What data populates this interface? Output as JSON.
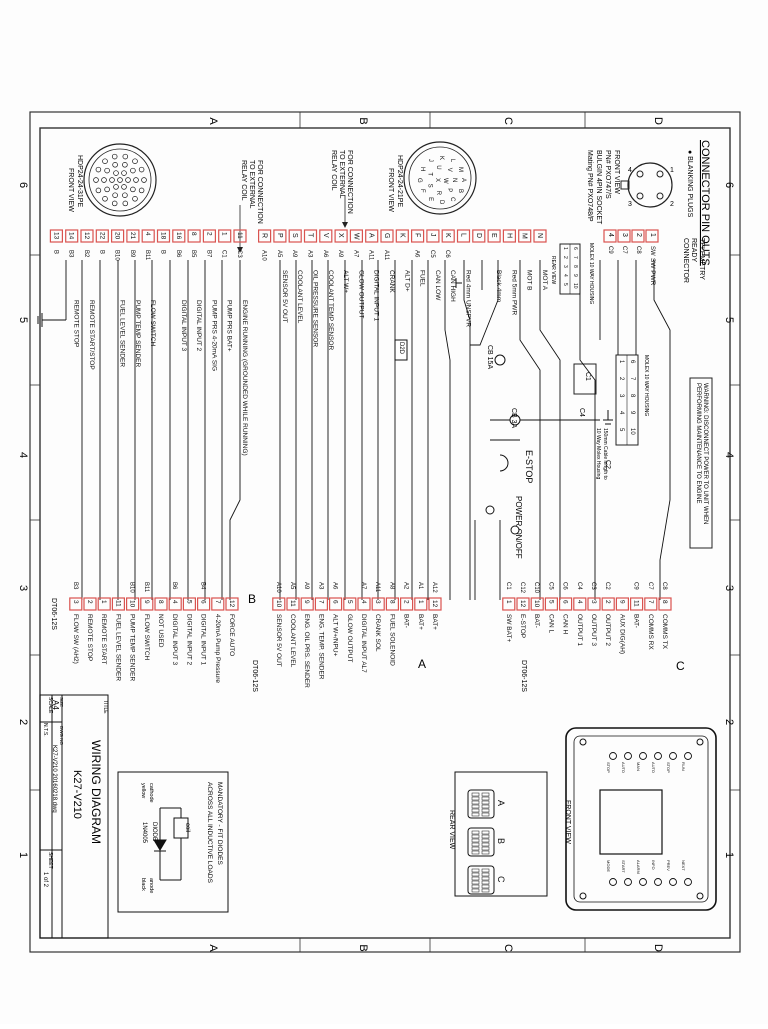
{
  "sheet": {
    "title_label": "TITLE",
    "title": "WIRING DIAGRAM",
    "model": "K27-V210",
    "size_label": "SIZE",
    "size": "A4",
    "dwg_label": "DWG NO",
    "file": "K27-V210 20160218.dwg",
    "scale_label": "SCALE",
    "scale": "N.T.S.",
    "sheet_label": "SHEET",
    "sheet": "1 of 2",
    "border_numbers": [
      "6",
      "5",
      "4",
      "3",
      "2",
      "1"
    ],
    "border_letters": [
      "A",
      "B",
      "C",
      "D"
    ]
  },
  "pinouts": {
    "title": "CONNECTOR PIN OUTS",
    "blanking": "● BLANKING PLUGS",
    "bulgin_lines": [
      "FRONT VIEW",
      "PN# PXO747/S",
      "BULGIN 4PIN SOCKET",
      "Mating PN# PXO748/P"
    ],
    "bulgin_pins": [
      "1",
      "2",
      "3",
      "4"
    ],
    "hdp_a_lines": [
      "HDP24-24-21PE",
      "FRONT VIEW"
    ],
    "hdp_b_lines": [
      "HDP24-24-31PE",
      "FRONT VIEW"
    ],
    "hdp_a_pins": [
      "A",
      "B",
      "C",
      "D",
      "E",
      "F",
      "G",
      "H",
      "J",
      "K",
      "L",
      "M",
      "N",
      "P",
      "R",
      "S",
      "T",
      "U",
      "V",
      "W",
      "X"
    ],
    "relay_a": [
      "FOR CONNECTION",
      "TO EXTERNAL",
      "RELAY COIL"
    ],
    "relay_b": [
      "FOR CONNECTION",
      "TO EXTERNAL",
      "RELAY COIL"
    ]
  },
  "telemetry": {
    "title": [
      "TELEMETRY",
      "READY",
      "CONNECTOR"
    ],
    "pins": [
      {
        "num": "1",
        "code": "SW",
        "label": "SW PWR"
      },
      {
        "num": "2",
        "code": "C8",
        "label": ""
      },
      {
        "num": "3",
        "code": "C7",
        "label": ""
      },
      {
        "num": "4",
        "code": "C9",
        "label": ""
      }
    ],
    "molex_small": "MOLEX 10 WAY HOUSING",
    "molex_small_view": "REAR VIEW",
    "molex_small_pins": [
      "1",
      "2",
      "3",
      "4",
      "5",
      "6",
      "7",
      "8",
      "9",
      "10"
    ],
    "molex_big": "MOLEX 10 WAY HOUSING",
    "molex_big_pins": [
      "1",
      "2",
      "3",
      "4",
      "5",
      "6",
      "7",
      "8",
      "9",
      "10"
    ],
    "cable_note": [
      "150mm Cable length to",
      "10 Way Molex Housing"
    ],
    "warning": [
      "WARNING: DISCONNECT POWER TO UNIT WHEN",
      "PERFORMING MAINTENANCE TO ENGINE"
    ],
    "c_labels": [
      "C1",
      "C4",
      "C2"
    ]
  },
  "connector_a": {
    "rows": [
      {
        "letter": "N",
        "code": "",
        "label": "MOT A"
      },
      {
        "letter": "M",
        "code": "",
        "label": "MOT B"
      },
      {
        "letter": "H",
        "code": "",
        "label": "Red 5mm PWR"
      },
      {
        "letter": "E",
        "code": "",
        "label": "Black 4mm"
      },
      {
        "letter": "D",
        "code": "",
        "label": ""
      },
      {
        "letter": "L",
        "code": "",
        "label": "Red 4mm UNSPVR"
      },
      {
        "letter": "K",
        "code": "C6",
        "label": "CAN HIGH"
      },
      {
        "letter": "J",
        "code": "C5",
        "label": "CAN LOW"
      },
      {
        "letter": "F",
        "code": "A6",
        "label": "FUEL"
      },
      {
        "letter": "K",
        "code": "",
        "label": "ALT D+"
      },
      {
        "letter": "G",
        "code": "A11",
        "label": "CRANK"
      },
      {
        "letter": "A",
        "code": "A11",
        "label": "DIGITAL INPUT 1"
      },
      {
        "letter": "W",
        "code": "A7",
        "label": "GLOW OUTPUT"
      },
      {
        "letter": "X",
        "code": "A9",
        "label": "ALT W+"
      },
      {
        "letter": "V",
        "code": "A6",
        "label": "COOLANT TEMP SENSOR"
      },
      {
        "letter": "T",
        "code": "A3",
        "label": "OIL PRESSURE SENSOR"
      },
      {
        "letter": "S",
        "code": "A9",
        "label": "COOLANT LEVEL"
      },
      {
        "letter": "P",
        "code": "A5",
        "label": "SENSOR 5V OUT"
      },
      {
        "letter": "R",
        "code": "A10",
        "label": ""
      }
    ],
    "diode": "D2D",
    "fuse1": "CB 15A",
    "fuse2": "CB 3A",
    "estop": "E-STOP",
    "power": "POWER ON/OFF"
  },
  "connector_b": {
    "rows": [
      {
        "letter": "11",
        "code": "C3",
        "label": "ENGINE RUNNING (GROUNDED WHILE RUNNING)"
      },
      {
        "letter": "1",
        "code": "C1",
        "label": "PUMP PRS BAT+"
      },
      {
        "letter": "2",
        "code": "B7",
        "label": "PUMP PRS 4-20mA SIG"
      },
      {
        "letter": "8",
        "code": "B5",
        "label": "DIGITAL INPUT 2"
      },
      {
        "letter": "16",
        "code": "B6",
        "label": "DIGITAL INPUT 3"
      },
      {
        "letter": "18",
        "code": "B",
        "label": ""
      },
      {
        "letter": "4",
        "code": "B11",
        "label": "FLOW SWITCH"
      },
      {
        "letter": "21",
        "code": "B9",
        "label": "PUMP TEMP SENDER"
      },
      {
        "letter": "20",
        "code": "B10",
        "label": "FUEL LEVEL SENDER"
      },
      {
        "letter": "22",
        "code": "B",
        "label": ""
      },
      {
        "letter": "12",
        "code": "B2",
        "label": "REMOTE START/STOP"
      },
      {
        "letter": "14",
        "code": "B3",
        "label": "REMOTE STOP"
      },
      {
        "letter": "13",
        "code": "B",
        "label": ""
      }
    ]
  },
  "dt06_b": {
    "header": "B",
    "name": "DT06-12S",
    "pins": [
      {
        "num": "12",
        "code": "",
        "label": "FORCE AUTO"
      },
      {
        "num": "7",
        "code": "",
        "label": "4-20mA Pump Pressure"
      },
      {
        "num": "6",
        "code": "B4",
        "label": "DIGITAL INPUT 1"
      },
      {
        "num": "5",
        "code": "",
        "label": "DIGITAL INPUT 2"
      },
      {
        "num": "4",
        "code": "B6",
        "label": "DIGITAL INPUT 3"
      },
      {
        "num": "8",
        "code": "",
        "label": "NOT USED"
      },
      {
        "num": "9",
        "code": "B11",
        "label": "FLOW SWITCH"
      },
      {
        "num": "10",
        "code": "B10",
        "label": "PUMP TEMP SENDER"
      },
      {
        "num": "11",
        "code": "",
        "label": "FUEL LEVEL SENDER"
      },
      {
        "num": "1",
        "code": "",
        "label": "REMOTE START"
      },
      {
        "num": "2",
        "code": "",
        "label": "REMOTE STOP"
      },
      {
        "num": "3",
        "code": "B3",
        "label": "FLOW SW (AH2)"
      }
    ]
  },
  "dt06_a": {
    "header": "A",
    "name": "DT06-12S",
    "pins": [
      {
        "num": "12",
        "code": "A12",
        "label": "BAT+"
      },
      {
        "num": "1",
        "code": "A1",
        "label": "BAT+"
      },
      {
        "num": "2",
        "code": "A2",
        "label": "BAT-"
      },
      {
        "num": "8",
        "code": "A8",
        "label": "FUEL SOLENOID"
      },
      {
        "num": "3",
        "code": "A11",
        "label": "CRANK SOL"
      },
      {
        "num": "4",
        "code": "A7",
        "label": "DIGITAL INPUT AL7"
      },
      {
        "num": "5",
        "code": "",
        "label": "GLOW OUTPUT"
      },
      {
        "num": "6",
        "code": "A6",
        "label": "ALT W+/NPU+"
      },
      {
        "num": "7",
        "code": "A3",
        "label": "ENG. TEMP. SENDER"
      },
      {
        "num": "9",
        "code": "A9",
        "label": "ENG. OIL PRS. SENDER"
      },
      {
        "num": "11",
        "code": "A5",
        "label": "COOLANT LEVEL"
      },
      {
        "num": "10",
        "code": "A10",
        "label": "SENSOR 5V OUT"
      }
    ]
  },
  "dt06_c": {
    "header": "C",
    "name": "DT06-12S",
    "pins": [
      {
        "num": "8",
        "code": "C8",
        "label": "COMMS TX"
      },
      {
        "num": "7",
        "code": "C7",
        "label": "COMMS RX"
      },
      {
        "num": "11",
        "code": "C9",
        "label": "BAT-"
      },
      {
        "num": "9",
        "code": "",
        "label": "AUX DIG(AH)"
      },
      {
        "num": "2",
        "code": "C2",
        "label": "OUTPUT 2"
      },
      {
        "num": "3",
        "code": "C3",
        "label": "OUTPUT 3"
      },
      {
        "num": "4",
        "code": "C4",
        "label": "OUTPUT 1"
      },
      {
        "num": "6",
        "code": "C6",
        "label": "CAN H"
      },
      {
        "num": "5",
        "code": "C5",
        "label": "CAN L"
      },
      {
        "num": "10",
        "code": "C10",
        "label": "BAT-"
      },
      {
        "num": "12",
        "code": "C12",
        "label": "E-STOP"
      },
      {
        "num": "1",
        "code": "C1",
        "label": "SW BAT+"
      }
    ]
  },
  "front_view": {
    "label": "FRONT VIEW",
    "buttons": [
      "RUN",
      "STOP",
      "AUTO",
      "MAN",
      "AUTO",
      "STOP",
      "NEXT",
      "PREV",
      "INFO",
      "ALARM",
      "START",
      "MODE"
    ]
  },
  "rear_view": {
    "label": "REAR VIEW",
    "letters": [
      "A",
      "B",
      "C"
    ]
  },
  "diode_note": {
    "text": [
      "MANDATORY - FIT DIODES",
      "ACROSS ALL INDUCTIVE LOADS"
    ],
    "coil": "coil",
    "diode": "DIODE",
    "part": "1N4005",
    "cathode": "cathode",
    "yellow": "yellow",
    "anode": "anode",
    "black": "black"
  }
}
